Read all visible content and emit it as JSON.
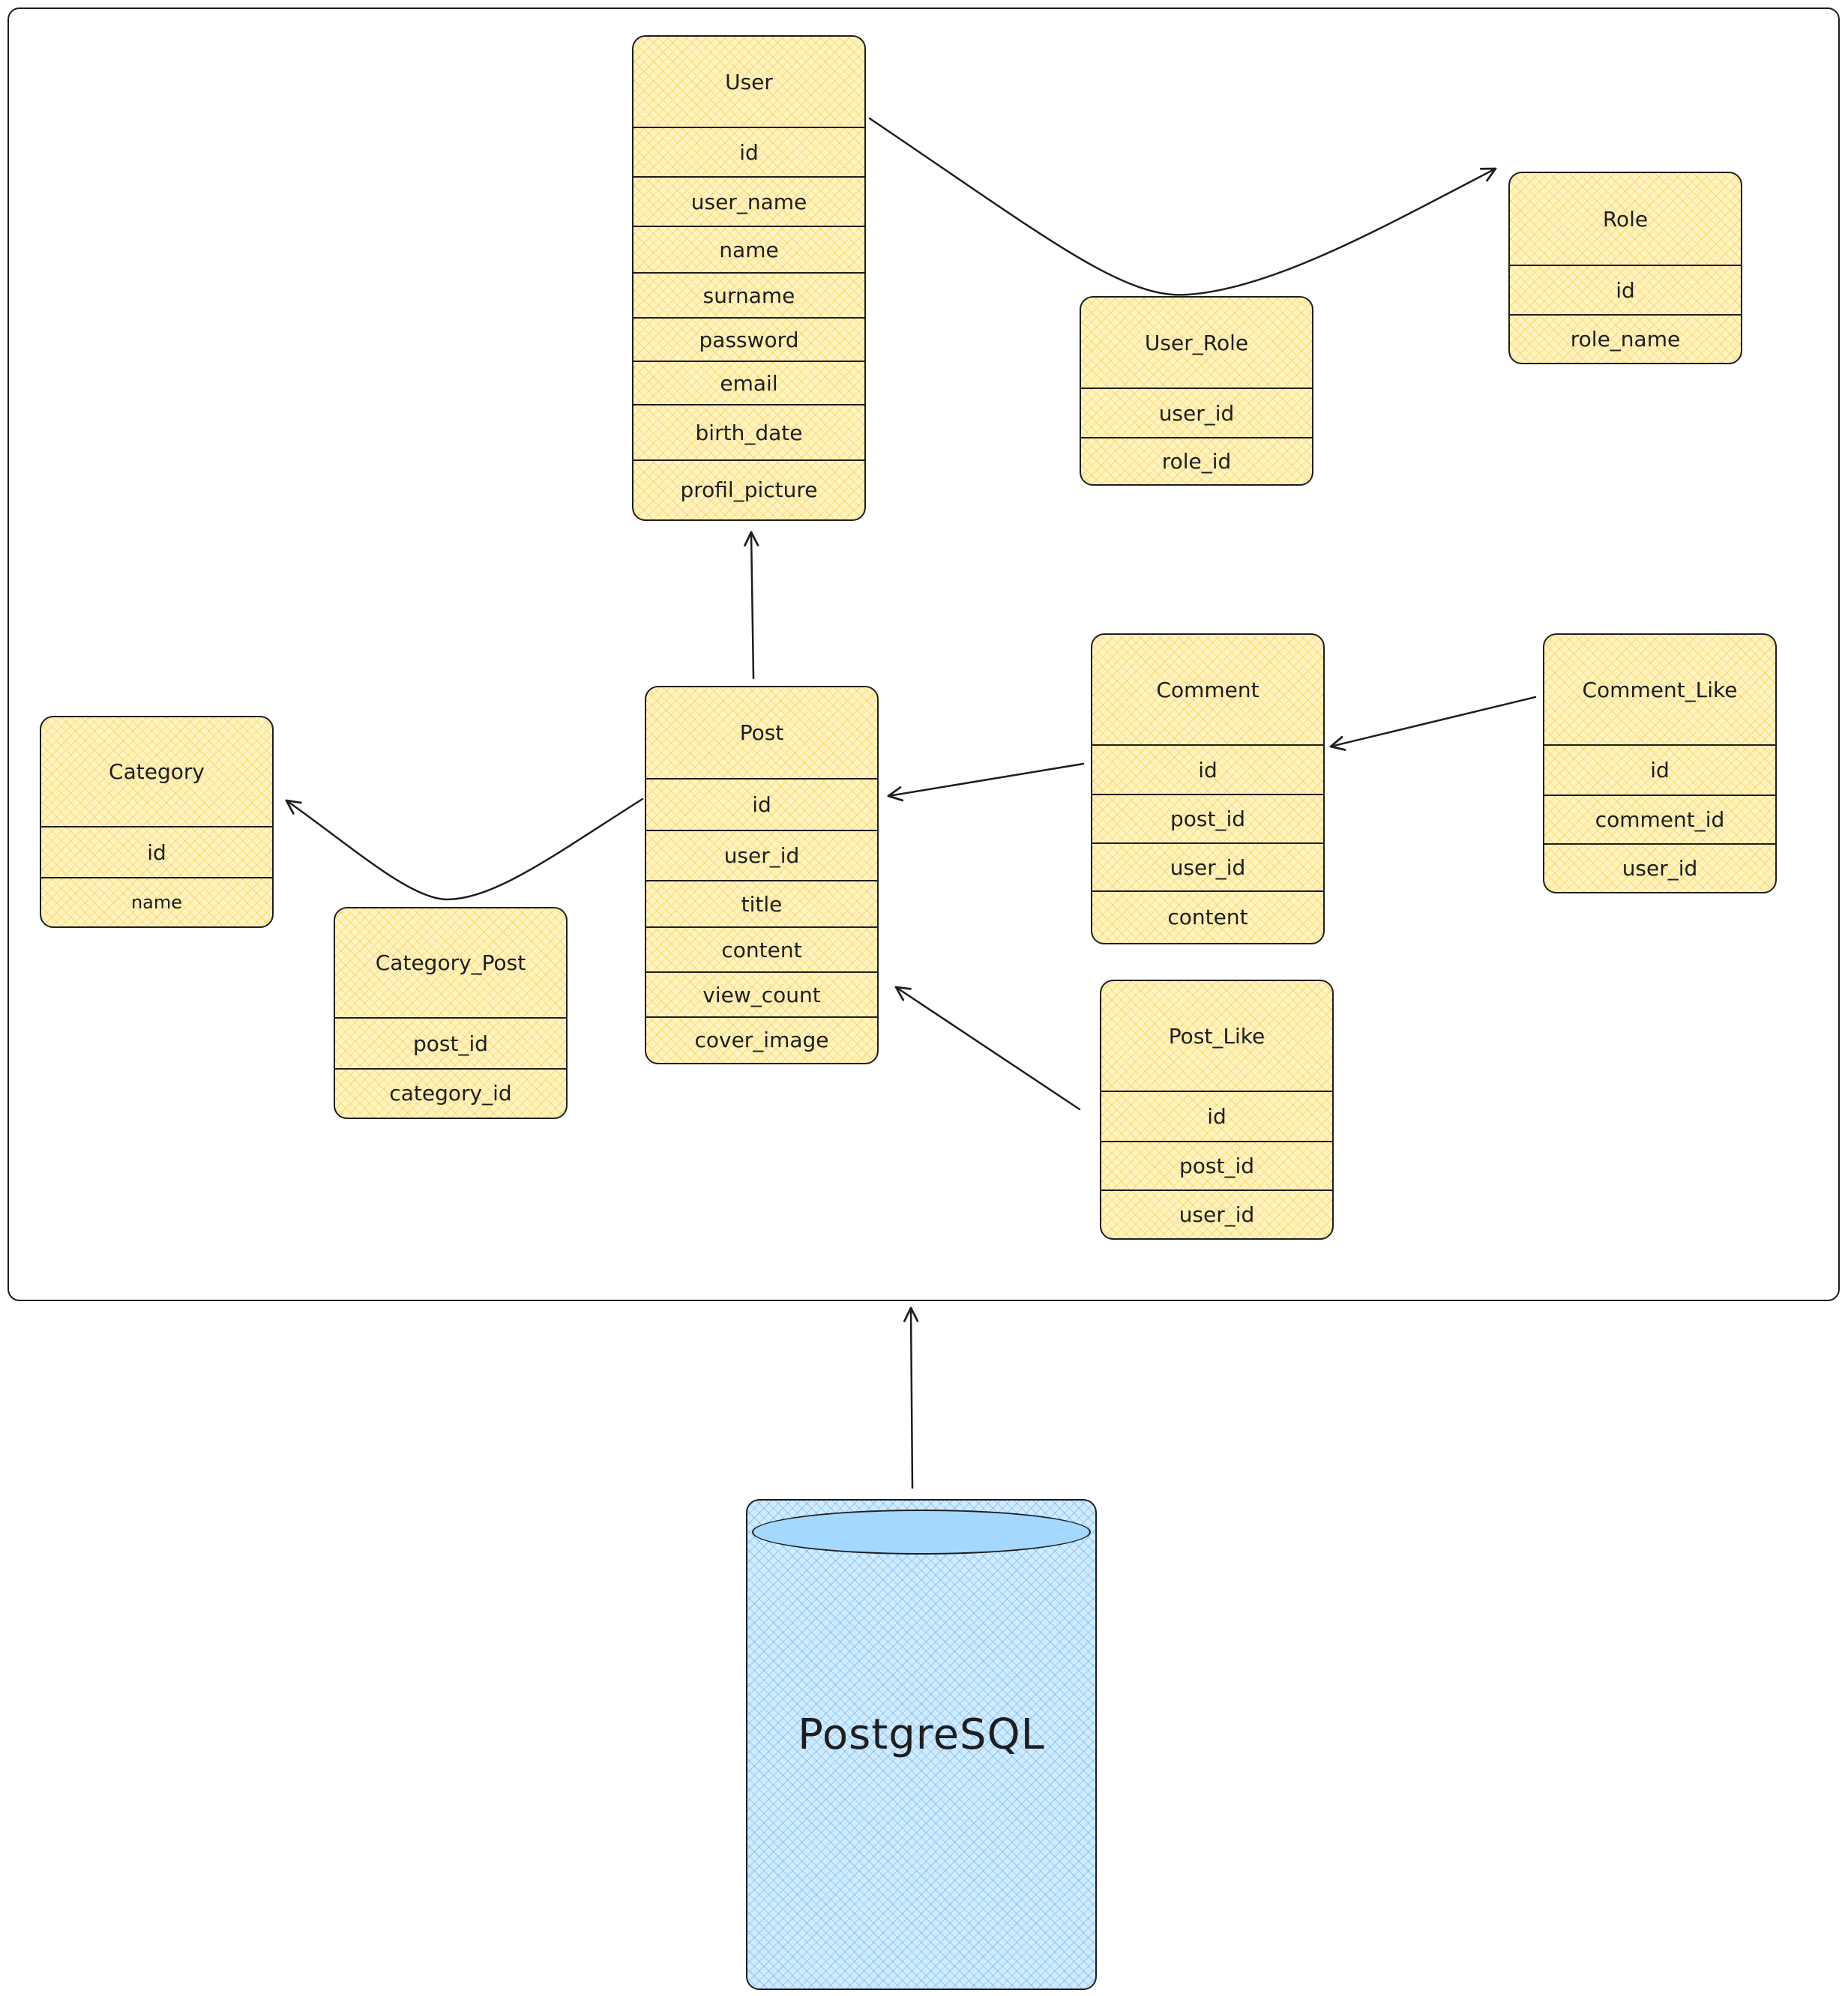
{
  "entities": {
    "user": {
      "title": "User",
      "fields": [
        "id",
        "user_name",
        "name",
        "surname",
        "password",
        "email",
        "birth_date",
        "profil_picture"
      ]
    },
    "role": {
      "title": "Role",
      "fields": [
        "id",
        "role_name"
      ]
    },
    "user_role": {
      "title": "User_Role",
      "fields": [
        "user_id",
        "role_id"
      ]
    },
    "category": {
      "title": "Category",
      "fields": [
        "id",
        "name"
      ]
    },
    "category_post": {
      "title": "Category_Post",
      "fields": [
        "post_id",
        "category_id"
      ]
    },
    "post": {
      "title": "Post",
      "fields": [
        "id",
        "user_id",
        "title",
        "content",
        "view_count",
        "cover_image"
      ]
    },
    "comment": {
      "title": "Comment",
      "fields": [
        "id",
        "post_id",
        "user_id",
        "content"
      ]
    },
    "comment_like": {
      "title": "Comment_Like",
      "fields": [
        "id",
        "comment_id",
        "user_id"
      ]
    },
    "post_like": {
      "title": "Post_Like",
      "fields": [
        "id",
        "post_id",
        "user_id"
      ]
    }
  },
  "database": {
    "label": "PostgreSQL"
  },
  "colors": {
    "entity_fill": "#fff3bf",
    "entity_hatch": "#fab005",
    "database_fill": "#d0ebff",
    "database_hatch": "#228be6",
    "stroke": "#1e1e1e"
  }
}
